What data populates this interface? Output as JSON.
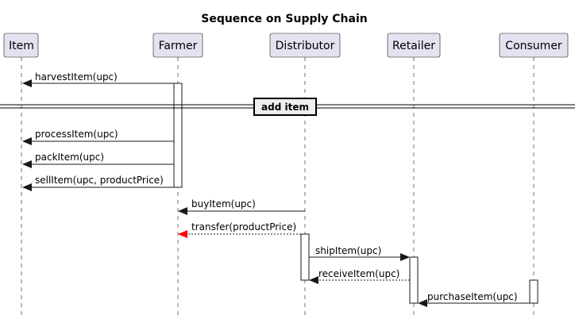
{
  "title": "Sequence on Supply Chain",
  "participants": [
    {
      "id": "item",
      "label": "Item"
    },
    {
      "id": "farmer",
      "label": "Farmer"
    },
    {
      "id": "distributor",
      "label": "Distributor"
    },
    {
      "id": "retailer",
      "label": "Retailer"
    },
    {
      "id": "consumer",
      "label": "Consumer"
    }
  ],
  "divider": {
    "label": "add item"
  },
  "messages": [
    {
      "id": "m1",
      "from": "farmer",
      "to": "item",
      "label": "harvestItem(upc)",
      "style": "solid"
    },
    {
      "id": "m2",
      "from": "farmer",
      "to": "item",
      "label": "processItem(upc)",
      "style": "solid"
    },
    {
      "id": "m3",
      "from": "farmer",
      "to": "item",
      "label": "packItem(upc)",
      "style": "solid"
    },
    {
      "id": "m4",
      "from": "farmer",
      "to": "item",
      "label": "sellItem(upc, productPrice)",
      "style": "solid"
    },
    {
      "id": "m5",
      "from": "distributor",
      "to": "farmer",
      "label": "buyItem(upc)",
      "style": "solid"
    },
    {
      "id": "m6",
      "from": "distributor",
      "to": "farmer",
      "label": "transfer(productPrice)",
      "style": "dashed",
      "color": "#ff0000"
    },
    {
      "id": "m7",
      "from": "distributor",
      "to": "retailer",
      "label": "shipItem(upc)",
      "style": "solid"
    },
    {
      "id": "m8",
      "from": "retailer",
      "to": "distributor",
      "label": "receiveItem(upc)",
      "style": "dashed"
    },
    {
      "id": "m9",
      "from": "consumer",
      "to": "retailer",
      "label": "purchaseItem(upc)",
      "style": "solid"
    }
  ],
  "colors": {
    "participant_fill": "#e2e2f0",
    "line": "#181818",
    "highlight_arrow": "#ff0000"
  }
}
